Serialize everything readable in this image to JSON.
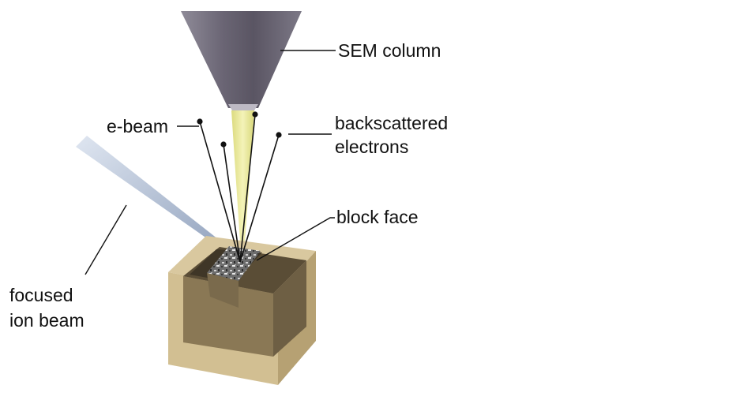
{
  "labels": {
    "sem_column": "SEM column",
    "e_beam": "e-beam",
    "backscattered_line1": "backscattered",
    "backscattered_line2": "electrons",
    "block_face": "block face",
    "focused_line1": "focused",
    "focused_line2": "ion beam"
  },
  "colors": {
    "column_dark": "#5f5a68",
    "column_light": "#9a96a2",
    "electron_beam": "#eceb9c",
    "ion_beam": "#b9c7dc",
    "block_light": "#d8c79e",
    "block_mid": "#bba67a",
    "block_dark": "#6b5e44",
    "line": "#111111"
  }
}
